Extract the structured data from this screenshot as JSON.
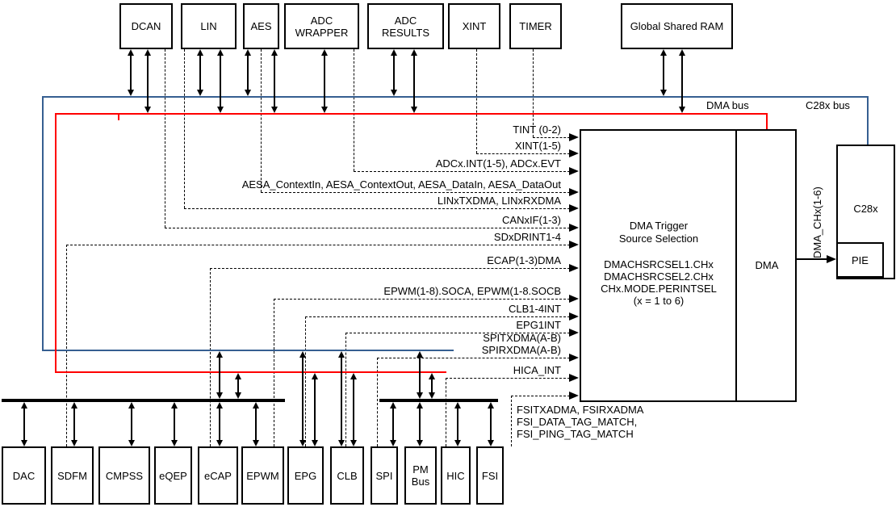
{
  "top_boxes": [
    {
      "label": "DCAN"
    },
    {
      "label": "LIN"
    },
    {
      "label": "AES"
    },
    {
      "label": "ADC WRAPPER"
    },
    {
      "label": "ADC RESULTS"
    },
    {
      "label": "XINT"
    },
    {
      "label": "TIMER"
    },
    {
      "label": "Global Shared RAM"
    }
  ],
  "bottom_boxes": [
    {
      "label": "DAC"
    },
    {
      "label": "SDFM"
    },
    {
      "label": "CMPSS"
    },
    {
      "label": "eQEP"
    },
    {
      "label": "eCAP"
    },
    {
      "label": "EPWM"
    },
    {
      "label": "EPG"
    },
    {
      "label": "CLB"
    },
    {
      "label": "SPI"
    },
    {
      "label": "PM Bus"
    },
    {
      "label": "HIC"
    },
    {
      "label": "FSI"
    }
  ],
  "buses": {
    "dma_label": "DMA bus",
    "c28x_label": "C28x bus",
    "dma_color": "#FF0000",
    "c28x_color": "#365F91"
  },
  "signals": [
    {
      "label": "TINT (0-2)"
    },
    {
      "label": "XINT(1-5)"
    },
    {
      "label": "ADCx.INT(1-5), ADCx.EVT"
    },
    {
      "label": "AESA_ContextIn, AESA_ContextOut, AESA_DataIn, AESA_DataOut"
    },
    {
      "label": "LINxTXDMA, LINxRXDMA"
    },
    {
      "label": "CANxIF(1-3)"
    },
    {
      "label": "SDxDRINT1-4"
    },
    {
      "label": "ECAP(1-3)DMA"
    },
    {
      "label": "EPWM(1-8).SOCA, EPWM(1-8.SOCB"
    },
    {
      "label": "CLB1-4INT"
    },
    {
      "label": "EPG1INT"
    },
    {
      "label": "SPITXDMA(A-B)",
      "label2": "SPIRXDMA(A-B)"
    },
    {
      "label": "HICA_INT"
    },
    {
      "line1": "FSITXADMA, FSIRXADMA",
      "line2": "FSI_DATA_TAG_MATCH,",
      "line3": "FSI_PING_TAG_MATCH"
    }
  ],
  "trigger_box": {
    "title1": "DMA Trigger",
    "title2": "Source Selection",
    "reg1": "DMACHSRCSEL1.CHx",
    "reg2": "DMACHSRCSEL2.CHx",
    "reg3": "CHx.MODE.PERINTSEL",
    "reg4": "(x = 1 to 6)",
    "dma_label": "DMA"
  },
  "cpu": {
    "c28x_label": "C28x",
    "pie_label": "PIE",
    "dma_ch_label": "DMA_CHx(1-6)"
  }
}
